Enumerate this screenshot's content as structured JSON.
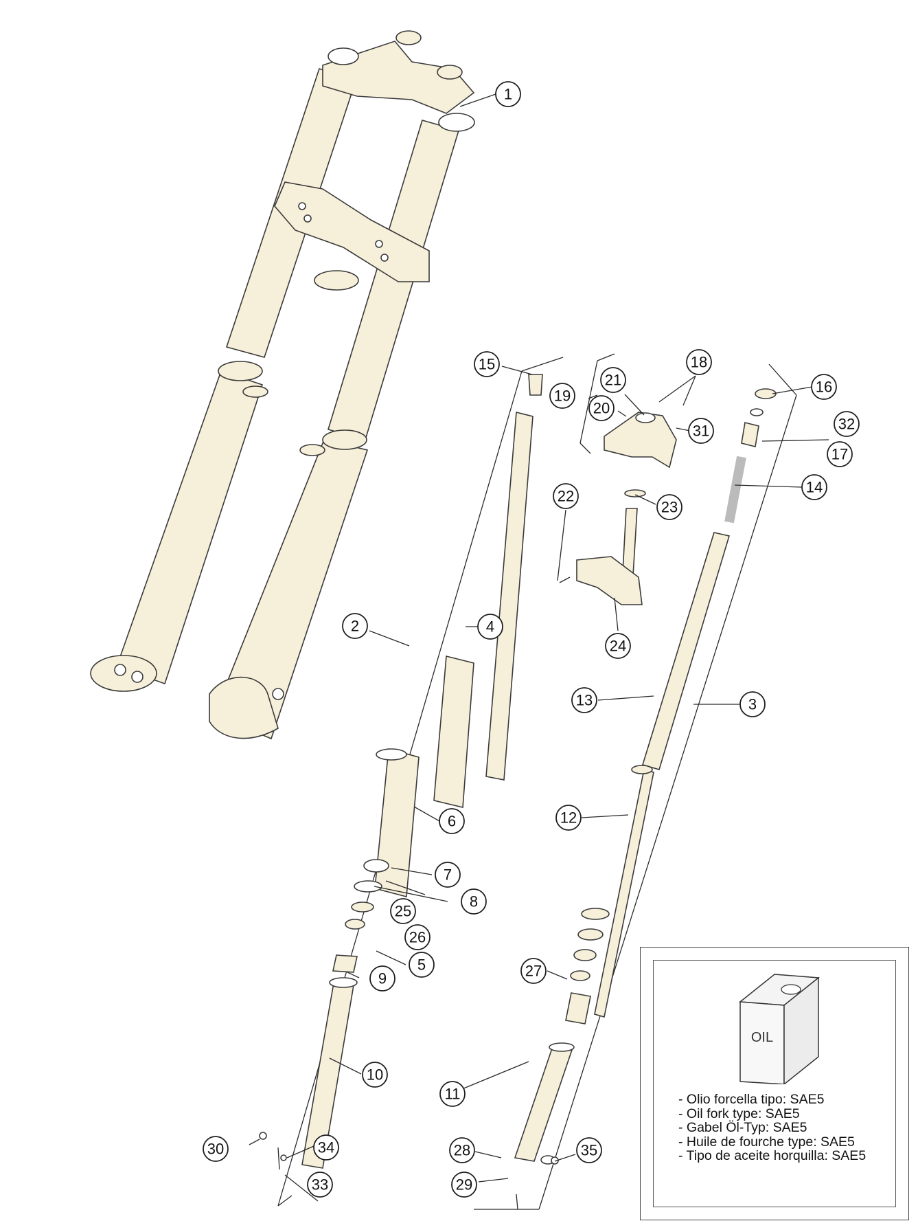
{
  "callouts": [
    {
      "label": "1"
    },
    {
      "label": "2"
    },
    {
      "label": "3"
    },
    {
      "label": "4"
    },
    {
      "label": "5"
    },
    {
      "label": "6"
    },
    {
      "label": "7"
    },
    {
      "label": "8"
    },
    {
      "label": "9"
    },
    {
      "label": "10"
    },
    {
      "label": "11"
    },
    {
      "label": "12"
    },
    {
      "label": "13"
    },
    {
      "label": "14"
    },
    {
      "label": "15"
    },
    {
      "label": "16"
    },
    {
      "label": "17"
    },
    {
      "label": "18"
    },
    {
      "label": "19"
    },
    {
      "label": "20"
    },
    {
      "label": "21"
    },
    {
      "label": "22"
    },
    {
      "label": "23"
    },
    {
      "label": "24"
    },
    {
      "label": "25"
    },
    {
      "label": "26"
    },
    {
      "label": "27"
    },
    {
      "label": "28"
    },
    {
      "label": "29"
    },
    {
      "label": "30"
    },
    {
      "label": "31"
    },
    {
      "label": "32"
    },
    {
      "label": "33"
    },
    {
      "label": "34"
    },
    {
      "label": "35"
    }
  ],
  "oil_note": {
    "can_label": "OIL",
    "lines": [
      "- Olio forcella tipo: SAE5",
      "- Oil fork type: SAE5",
      "- Gabel Öl-Typ: SAE5",
      "- Huile de fourche type: SAE5",
      "- Tipo de aceite horquilla: SAE5"
    ]
  }
}
